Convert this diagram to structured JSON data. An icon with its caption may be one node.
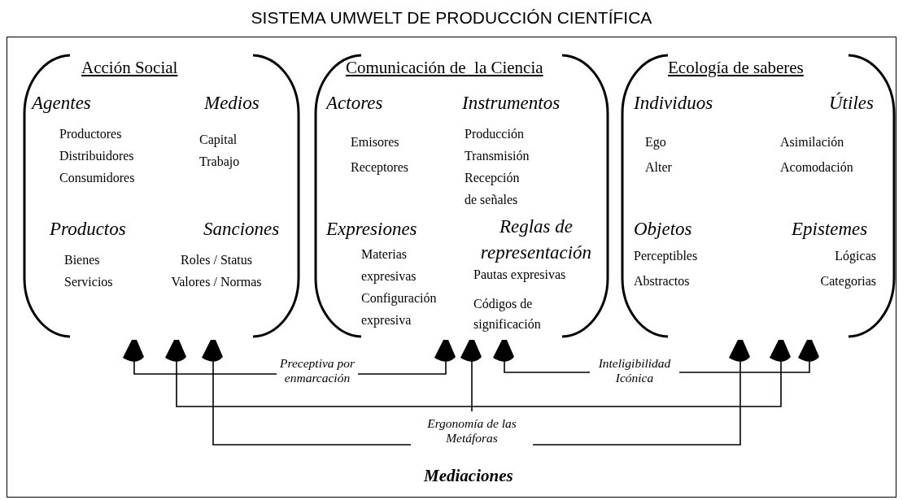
{
  "diagram": {
    "title": "SISTEMA UMWELT DE PRODUCCIÓN CIENTÍFICA",
    "nodes": [
      {
        "text": [
          "Mediaciones"
        ]
      },
      {
        "text": [
          "Acción Social",
          "Agentes",
          "Productores Distribuidores Consumidores",
          "Medios",
          "Capital Trabajo",
          "Productos",
          "Bienes Servicios",
          "Sanciones",
          "Roles / Status Valores / Normas"
        ],
        "in": 0
      },
      {
        "text": [
          "Comunicación de  la Ciencia",
          "Actores",
          "Emisores Receptores",
          "Instrumentos",
          "Producción Transmisión Recepción de señales",
          "Expresiones",
          "Materias expresivas Configuración expresiva",
          "Reglas de representación",
          "Pautas expresivas",
          "Códigos de significación"
        ],
        "in": 0
      },
      {
        "text": [
          "Ecología de saberes",
          "Individuos",
          "Útiles",
          "Ego Alter",
          "Asimilación Acomodación",
          "Objetos",
          "Epistemes",
          "Perceptibles Abstractos",
          "Lógicas Categorias"
        ],
        "in": 0
      }
    ],
    "edges": [
      {
        "from": 1,
        "to": 2,
        "arrow": "both",
        "label": "Preceptiva por enmarcación"
      },
      {
        "from": 2,
        "to": 3,
        "arrow": "both",
        "label": "Inteligibilidad Icónica"
      },
      {
        "from": 1,
        "to": 3,
        "arrow": "both"
      },
      {
        "from": 1,
        "to": 3,
        "arrow": "both",
        "label": "Ergonomía de las Metáforas"
      },
      {
        "from": null,
        "to": 2,
        "arrow": "to"
      }
    ]
  }
}
